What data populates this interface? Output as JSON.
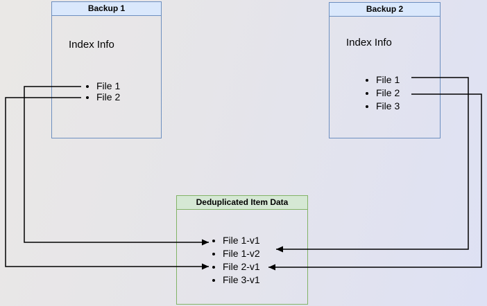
{
  "canvas": {
    "background_start": "#eae8e6",
    "background_end": "#dee1f4",
    "connector_color": "#000000"
  },
  "boxes": {
    "backup1": {
      "title": "Backup 1",
      "label": "Index Info",
      "files": [
        "File 1",
        "File 2"
      ],
      "border_color": "#6c8ebf",
      "header_fill": "#dae8fc"
    },
    "backup2": {
      "title": "Backup 2",
      "label": "Index Info",
      "files": [
        "File 1",
        "File 2",
        "File 3"
      ],
      "border_color": "#6c8ebf",
      "header_fill": "#dae8fc"
    },
    "dedup": {
      "title": "Deduplicated Item Data",
      "items": [
        "File 1-v1",
        "File 1-v2",
        "File 2-v1",
        "File 3-v1"
      ],
      "border_color": "#82b366",
      "header_fill": "#d5e8d4"
    }
  },
  "connections": {
    "links": [
      {
        "from": "Backup 1 / File 1",
        "to": "File 1-v1"
      },
      {
        "from": "Backup 1 / File 2",
        "to": "File 2-v1"
      },
      {
        "from": "Backup 2 / File 1",
        "to": "File 1-v2"
      },
      {
        "from": "Backup 2 / File 2",
        "to": "File 2-v1"
      }
    ]
  }
}
